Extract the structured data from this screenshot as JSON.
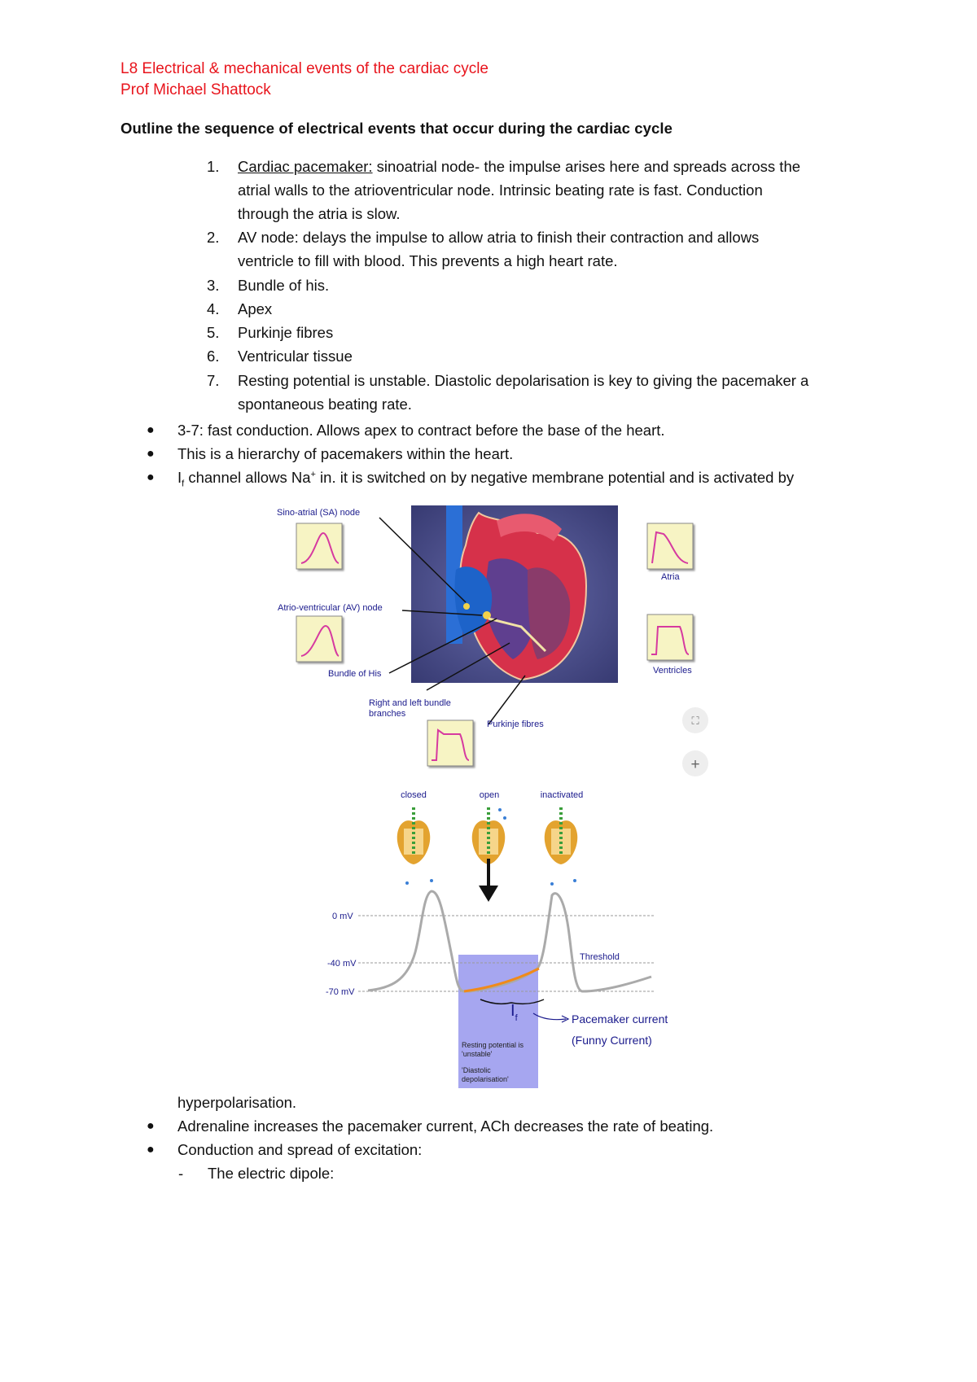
{
  "header": {
    "title": "L8 Electrical & mechanical events of the cardiac cycle",
    "author": "Prof Michael Shattock"
  },
  "section_heading": "Outline the sequence of electrical events that occur during the cardiac cycle",
  "numbered_list": [
    {
      "num": "1.",
      "lead": "Cardiac pacemaker:",
      "lines": [
        " sinoatrial node- the impulse arises here and spreads across the",
        "atrial walls to the atrioventricular node. Intrinsic beating rate is fast. Conduction",
        "through the atria is slow."
      ]
    },
    {
      "num": "2.",
      "lines": [
        "AV node: delays the impulse to allow atria to finish their contraction and allows",
        "ventricle to fill with blood. This prevents a high heart rate."
      ]
    },
    {
      "num": "3.",
      "lines": [
        "Bundle of his."
      ]
    },
    {
      "num": "4.",
      "lines": [
        "Apex"
      ]
    },
    {
      "num": "5.",
      "lines": [
        "Purkinje fibres"
      ]
    },
    {
      "num": "6.",
      "lines": [
        "Ventricular tissue"
      ]
    },
    {
      "num": "7.",
      "lines": [
        "Resting potential is unstable. Diastolic depolarisation is key to giving the pacemaker a",
        "spontaneous beating rate."
      ]
    }
  ],
  "bullets_top": [
    "3-7: fast conduction. Allows apex to contract before the base of the heart.",
    "This is a hierarchy of pacemakers within the heart."
  ],
  "bullet_if": {
    "pre": "I",
    "sub": "f",
    "mid": " channel allows Na",
    "sup": "+",
    "post": " in. it is switched on by negative membrane potential and is activated by"
  },
  "continuation": "hyperpolarisation.",
  "bullets_bottom": [
    "Adrenaline increases the pacemaker current, ACh decreases the rate of beating.",
    "Conduction and spread of excitation:"
  ],
  "dash_item": "The electric dipole:",
  "heart_figure": {
    "labels": {
      "sa": "Sino-atrial (SA) node",
      "av": "Atrio-ventricular (AV) node",
      "his": "Bundle of His",
      "branches_1": "Right and left bundle",
      "branches_2": "branches",
      "purkinje": "Purkinje fibres",
      "atria": "Atria",
      "ventricles": "Ventricles"
    },
    "buttons": {
      "fit": "⛶",
      "zoom_in": "+"
    }
  },
  "channel_figure": {
    "states": [
      "closed",
      "open",
      "inactivated"
    ],
    "voltages": [
      "0 mV",
      "-40 mV",
      "-70 mV"
    ],
    "threshold": "Threshold",
    "current_symbol": "I",
    "current_sub": "f",
    "pacemaker_1": "Pacemaker current",
    "pacemaker_2": "(Funny Current)",
    "box_1": "Resting potential is",
    "box_2": "'unstable'",
    "box_3": "'Diastolic",
    "box_4": "depolarisation'"
  },
  "colors": {
    "title_red": "#e8141c",
    "wave_pink": "#d63aa0",
    "box_blue": "#a6a6f0",
    "funny_orange": "#f08a1a",
    "label_blue": "#1a1a8c"
  }
}
